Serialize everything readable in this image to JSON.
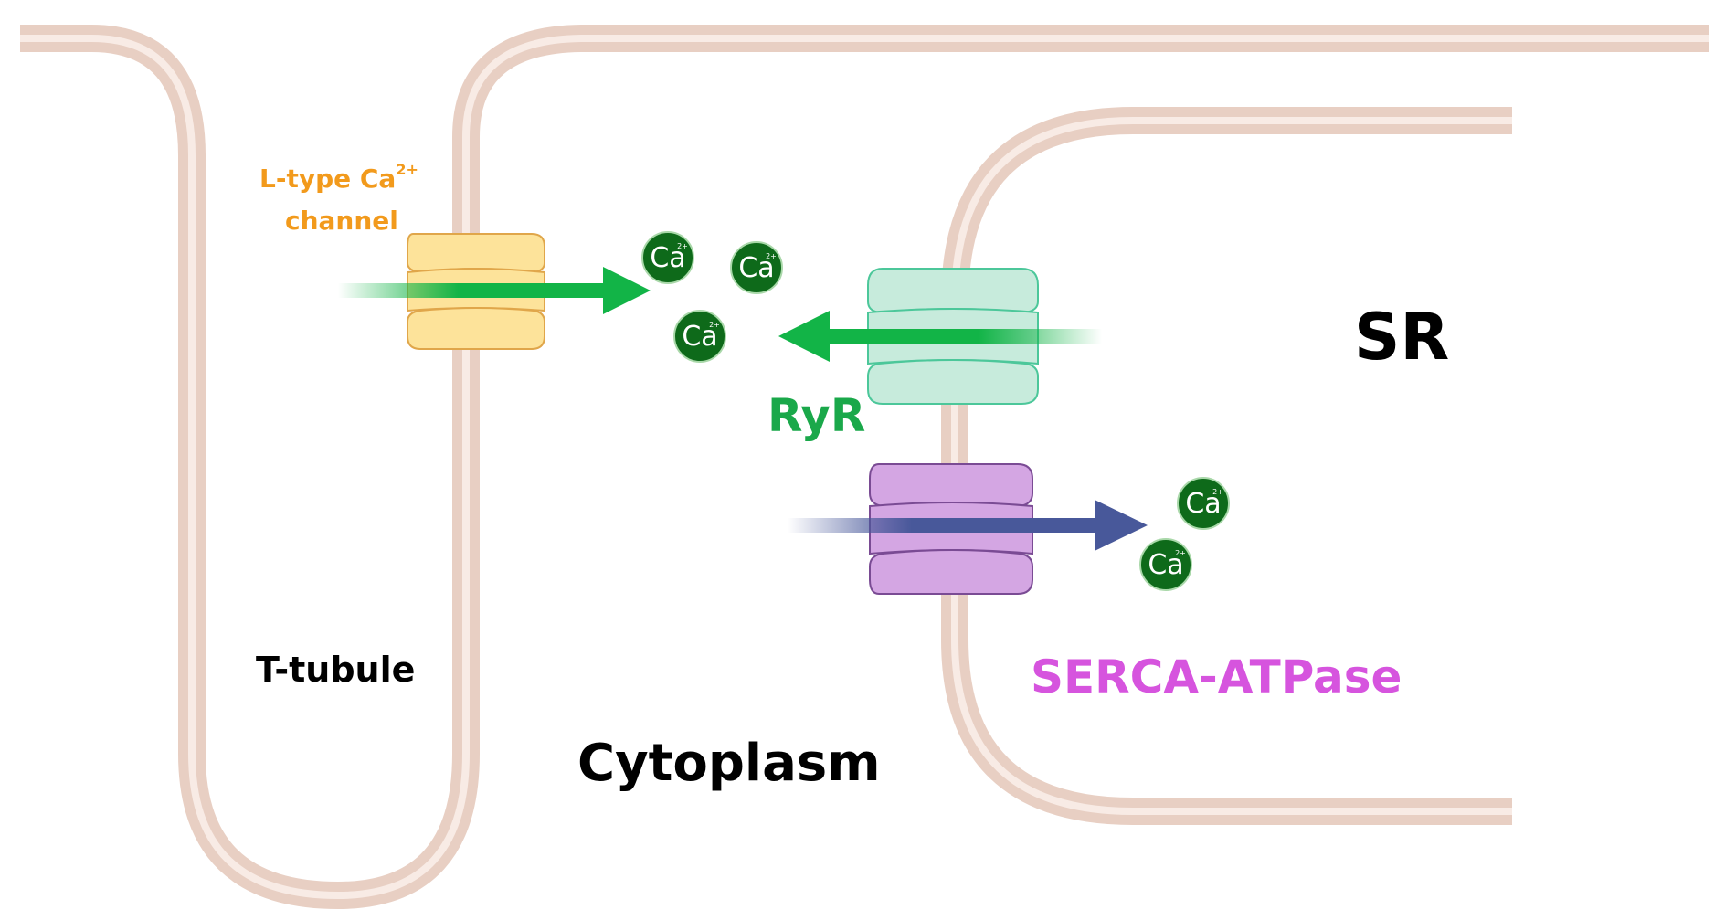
{
  "labels": {
    "l_type_line1": "L-type Ca",
    "l_type_sup": "2+",
    "l_type_line2": "channel",
    "ryr": "RyR",
    "sr": "SR",
    "t_tubule": "T-tubule",
    "cytoplasm": "Cytoplasm",
    "serca": "SERCA-ATPase"
  },
  "ions": {
    "symbol": "Ca",
    "charge": "2+"
  },
  "colors": {
    "membrane_outer": "#e8cfc3",
    "membrane_inner": "#f8ebe5",
    "l_type_channel": "#fde39a",
    "l_type_stroke": "#e0a64a",
    "l_type_label": "#f29a1c",
    "ryr_channel": "#c7ebdc",
    "ryr_stroke": "#4cc79a",
    "ryr_label": "#1aa84a",
    "serca_pump": "#d4a6e3",
    "serca_stroke": "#7a4b94",
    "serca_label": "#d654de",
    "green_arrow": "#12b447",
    "blue_arrow": "#48589a",
    "ion_fill": "#0e6a1a",
    "ion_stroke": "#a9d8a9"
  }
}
